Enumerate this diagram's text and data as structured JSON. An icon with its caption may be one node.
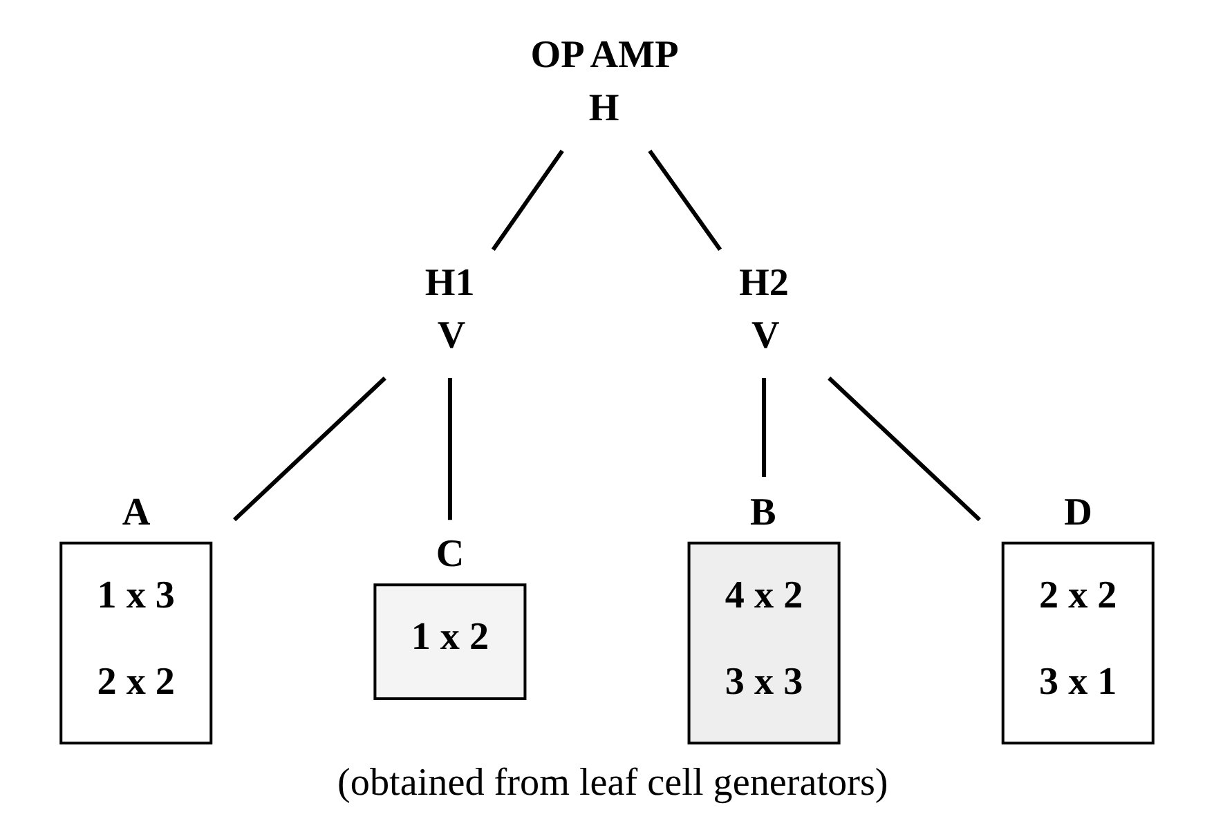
{
  "diagram": {
    "caption": "(obtained from leaf cell generators)",
    "nodes": [
      {
        "text": [
          "OP AMP"
        ],
        "beside": [
          "H"
        ]
      },
      {
        "text": [
          "H1"
        ],
        "beside": [
          "V"
        ]
      },
      {
        "text": [
          "H2"
        ],
        "beside": [
          "V"
        ]
      },
      {
        "text": [
          "A",
          "1 x 3",
          "2 x 2"
        ]
      },
      {
        "text": [
          "C",
          "1 x 2"
        ]
      },
      {
        "text": [
          "B",
          "4 x 2",
          "3 x 3"
        ]
      },
      {
        "text": [
          "D",
          "2 x 2",
          "3 x 1"
        ]
      }
    ],
    "edges": [
      {
        "from": 0,
        "to": 1,
        "arrow": "none"
      },
      {
        "from": 0,
        "to": 2,
        "arrow": "none"
      },
      {
        "from": 1,
        "to": 3,
        "arrow": "none"
      },
      {
        "from": 1,
        "to": 4,
        "arrow": "none"
      },
      {
        "from": 2,
        "to": 5,
        "arrow": "none"
      },
      {
        "from": 2,
        "to": 6,
        "arrow": "none"
      }
    ]
  }
}
